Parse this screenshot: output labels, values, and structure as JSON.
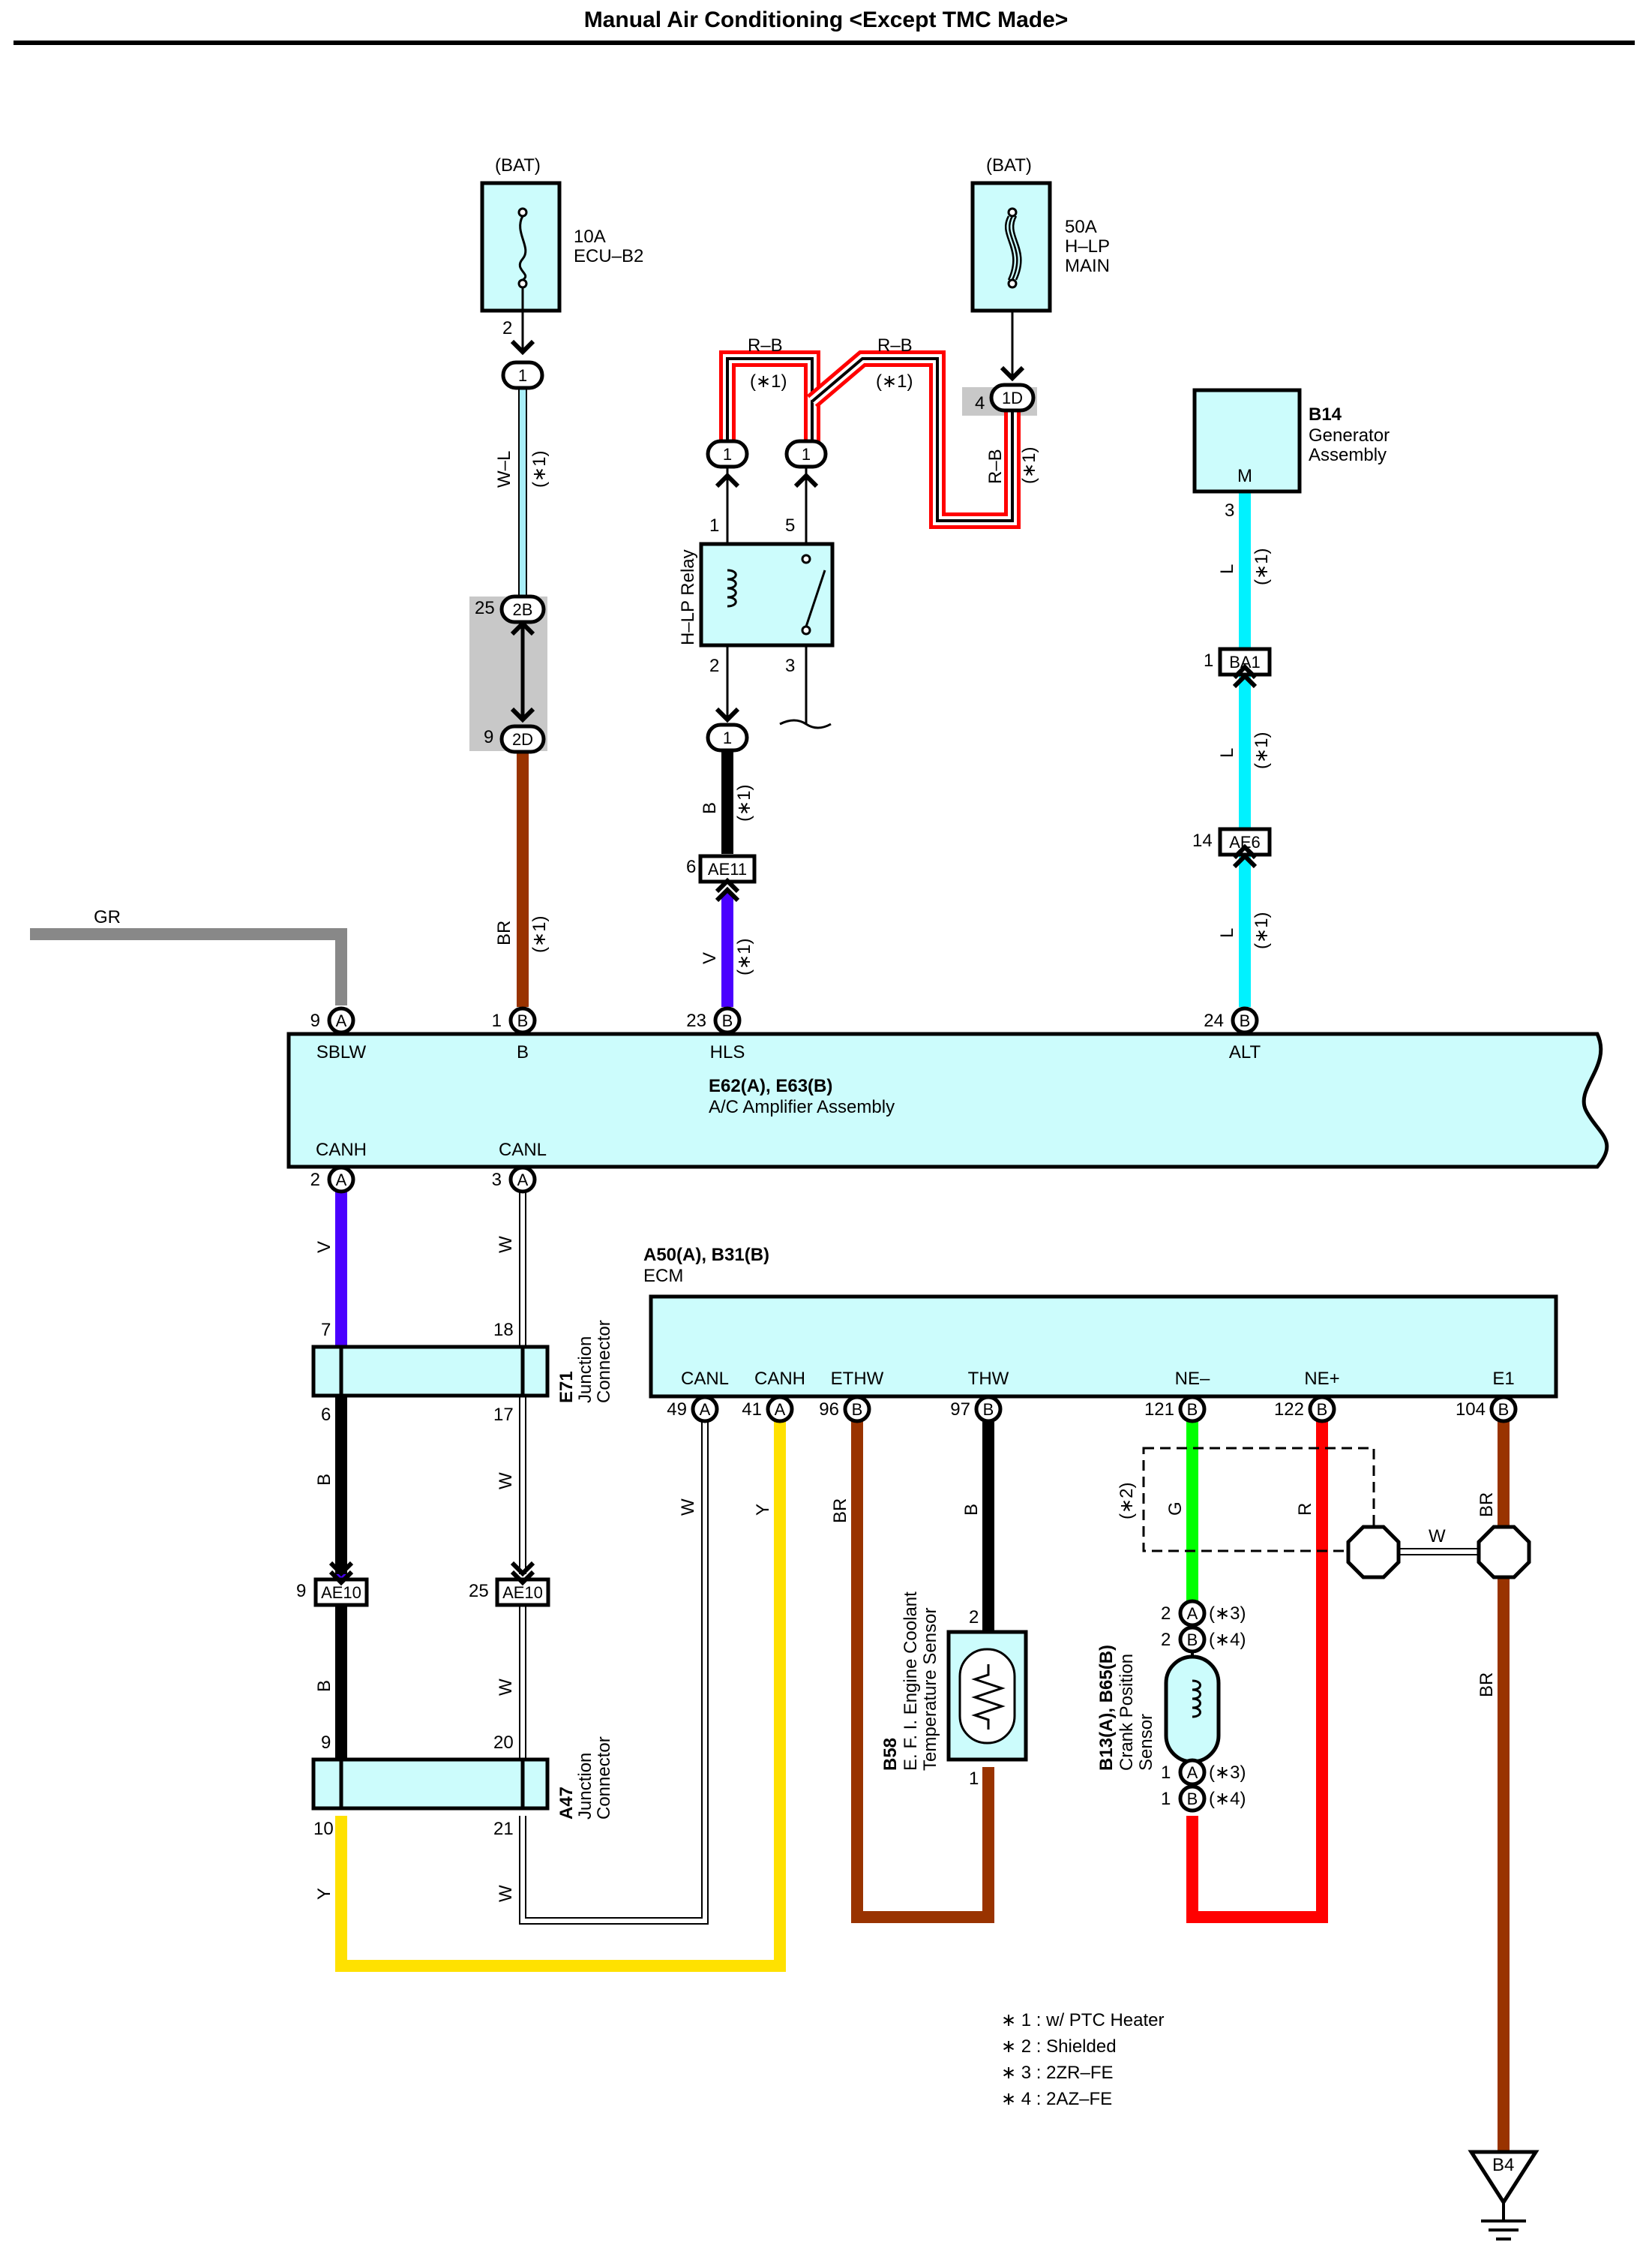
{
  "title": "Manual Air Conditioning <Except TMC Made>",
  "note_mark": "(∗1)",
  "fuse_ecu": {
    "source": "(BAT)",
    "rating": "10A",
    "name": "ECU–B2",
    "pin": "2",
    "conn": "1"
  },
  "fuse_hlp": {
    "source": "(BAT)",
    "rating": "50A",
    "name1": "H–LP",
    "name2": "MAIN",
    "pin": "4",
    "conn": "1D"
  },
  "relay": {
    "name": "H–LP Relay",
    "pin1": "1",
    "pin5": "5",
    "pin2": "2",
    "pin3": "3",
    "conn_top_left": "1",
    "conn_top_right": "1",
    "conn_bottom": "1"
  },
  "generator": {
    "code": "B14",
    "name1": "Generator",
    "name2": "Assembly",
    "terminal": "M",
    "pin": "3"
  },
  "junctions": {
    "j2b": "2B",
    "j2b_pin": "25",
    "j2d": "2D",
    "j2d_pin": "9",
    "ae11": "AE11",
    "ae11_pin": "6",
    "ba1": "BA1",
    "ba1_pin": "1",
    "ae6": "AE6",
    "ae6_pin": "14",
    "ae10": "AE10",
    "ae10_left_pin": "9",
    "ae10_right_pin": "25"
  },
  "wires": {
    "wl": "W–L",
    "br": "BR",
    "rb": "R–B",
    "b": "B",
    "v": "V",
    "l": "L",
    "gr": "GR",
    "w": "W",
    "y": "Y",
    "g": "G",
    "r": "R"
  },
  "amplifier": {
    "code": "E62(A), E63(B)",
    "name": "A/C Amplifier Assembly",
    "top_terms": [
      {
        "pin": "9",
        "conn": "A",
        "label": "SBLW"
      },
      {
        "pin": "1",
        "conn": "B",
        "label": "B"
      },
      {
        "pin": "23",
        "conn": "B",
        "label": "HLS"
      },
      {
        "pin": "24",
        "conn": "B",
        "label": "ALT"
      }
    ],
    "bottom_terms": [
      {
        "pin": "2",
        "conn": "A",
        "label": "CANH"
      },
      {
        "pin": "3",
        "conn": "A",
        "label": "CANL"
      }
    ]
  },
  "e71": {
    "code": "E71",
    "name1": "Junction",
    "name2": "Connector",
    "pin_tl": "7",
    "pin_tr": "18",
    "pin_bl": "6",
    "pin_br": "17"
  },
  "a47": {
    "code": "A47",
    "name1": "Junction",
    "name2": "Connector",
    "pin_tl": "9",
    "pin_tr": "20",
    "pin_bl": "10",
    "pin_br": "21"
  },
  "ecm": {
    "code": "A50(A), B31(B)",
    "name": "ECM",
    "terms": [
      {
        "pin": "49",
        "conn": "A",
        "label": "CANL"
      },
      {
        "pin": "41",
        "conn": "A",
        "label": "CANH"
      },
      {
        "pin": "96",
        "conn": "B",
        "label": "ETHW"
      },
      {
        "pin": "97",
        "conn": "B",
        "label": "THW"
      },
      {
        "pin": "121",
        "conn": "B",
        "label": "NE–"
      },
      {
        "pin": "122",
        "conn": "B",
        "label": "NE+"
      },
      {
        "pin": "104",
        "conn": "B",
        "label": "E1"
      }
    ]
  },
  "b58": {
    "code": "B58",
    "name1": "E. F. I. Engine Coolant",
    "name2": "Temperature Sensor",
    "pin_top": "2",
    "pin_bottom": "1"
  },
  "crank": {
    "code": "B13(A), B65(B)",
    "name1": "Crank Position",
    "name2": "Sensor",
    "pin2a": "2",
    "conn2a": "A",
    "note2a": "(∗3)",
    "pin2b": "2",
    "conn2b": "B",
    "note2b": "(∗4)",
    "pin1a": "1",
    "conn1a": "A",
    "note1a": "(∗3)",
    "pin1b": "1",
    "conn1b": "B",
    "note1b": "(∗4)"
  },
  "shield_note": "(∗2)",
  "ground": "B4",
  "notes": [
    "∗ 1 : w/ PTC Heater",
    "∗ 2 : Shielded",
    "∗ 3 : 2ZR–FE",
    "∗ 4 : 2AZ–FE"
  ],
  "colors": {
    "box": "#ccfcfc",
    "wl": "#a8eef8",
    "br": "#993300",
    "black": "#000000",
    "violet": "#4a00ff",
    "cyan": "#00f2ff",
    "gray": "#888888",
    "yellow": "#ffe100",
    "green": "#00ff00",
    "red": "#ff0000",
    "rb": "#ff0000",
    "shade": "#c8c8c8"
  }
}
